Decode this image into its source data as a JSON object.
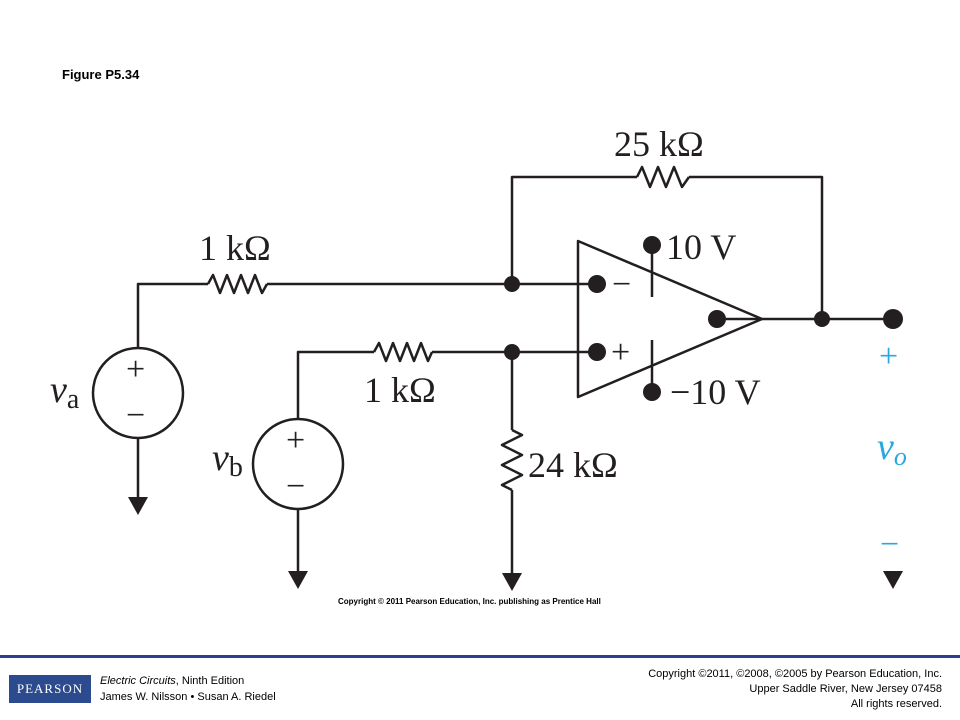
{
  "figure": {
    "title": "Figure P5.34"
  },
  "circuit": {
    "resistors": {
      "feedback": "25 kΩ",
      "input_a": "1 kΩ",
      "input_b": "1 kΩ",
      "ground": "24 kΩ"
    },
    "supply": {
      "positive": "10 V",
      "negative": "−10 V"
    },
    "sources": {
      "a_symbol": "v",
      "a_subscript": "a",
      "b_symbol": "v",
      "b_subscript": "b"
    },
    "opamp": {
      "inverting_sign": "−",
      "noninverting_sign": "+"
    },
    "output": {
      "symbol": "v",
      "subscript": "o",
      "plus": "+",
      "minus": "−"
    },
    "source_signs": {
      "plus": "+",
      "minus": "−"
    },
    "colors": {
      "wire": "#231f20",
      "output_label": "#29a8df"
    }
  },
  "inner_copyright": "Copyright © 2011 Pearson Education, Inc. publishing as Prentice Hall",
  "footer": {
    "logo": "PEARSON",
    "book_title": "Electric Circuits",
    "book_edition": ", Ninth Edition",
    "authors": "James W. Nilsson • Susan A. Riedel",
    "copyright_line1": "Copyright ©2011, ©2008, ©2005 by Pearson Education, Inc.",
    "copyright_line2": "Upper Saddle River, New Jersey 07458",
    "copyright_line3": "All rights reserved."
  }
}
